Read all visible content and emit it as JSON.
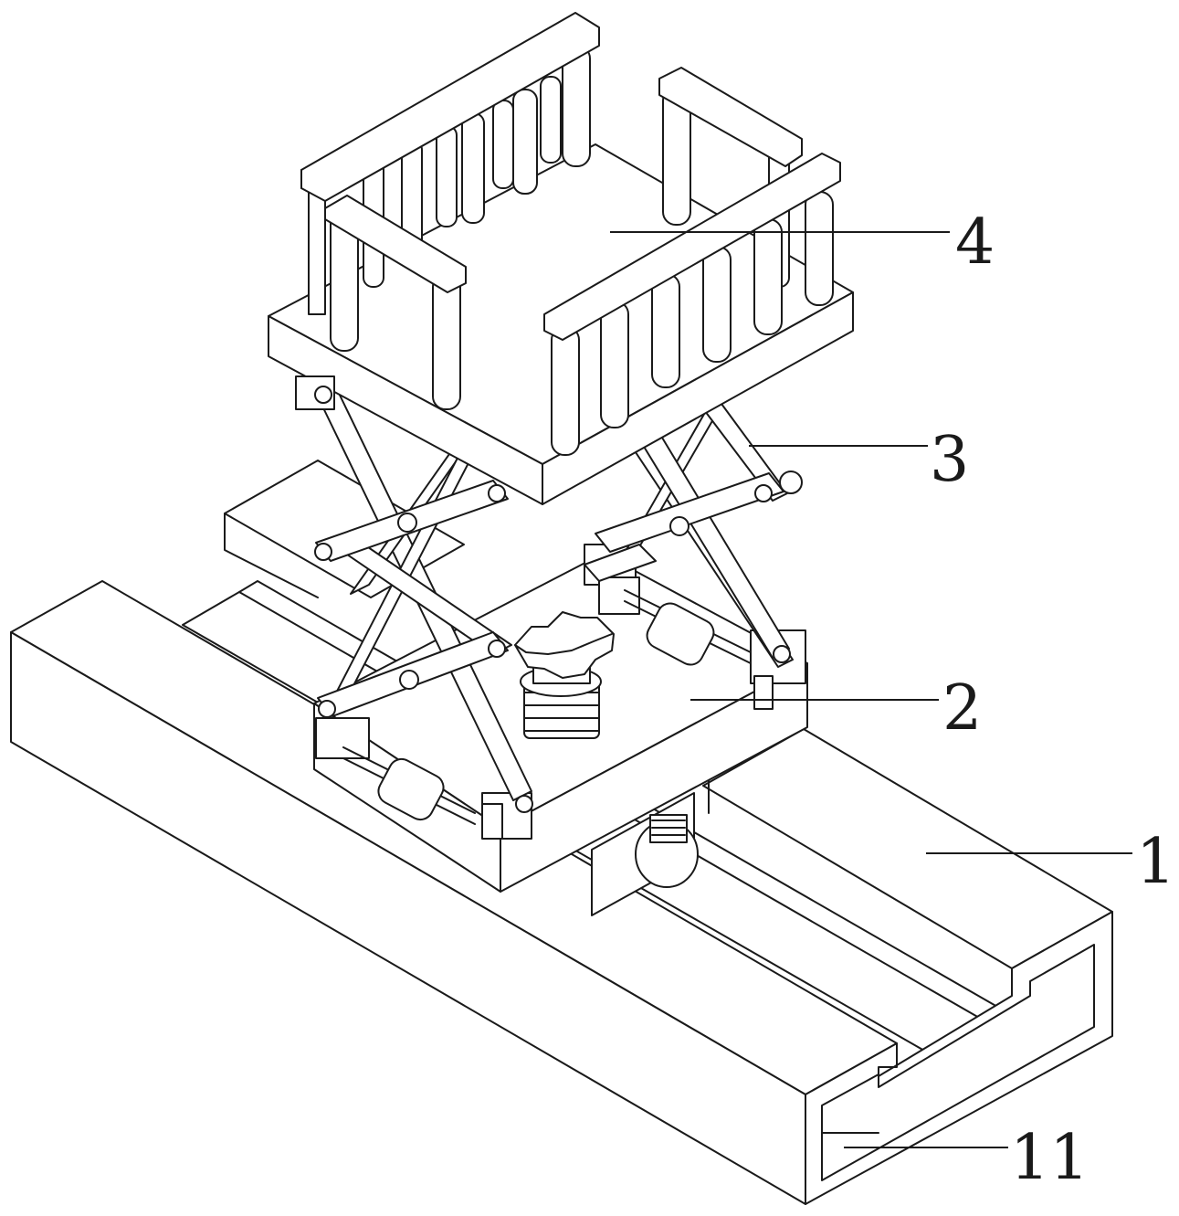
{
  "callouts": [
    {
      "id": "rail",
      "label": "1"
    },
    {
      "id": "base-plate",
      "label": "2"
    },
    {
      "id": "scissor-linkage",
      "label": "3"
    },
    {
      "id": "top-platform",
      "label": "4"
    },
    {
      "id": "rail-slot",
      "label": "11"
    }
  ],
  "colors": {
    "line": "#1a1a1a",
    "background": "#ffffff"
  }
}
